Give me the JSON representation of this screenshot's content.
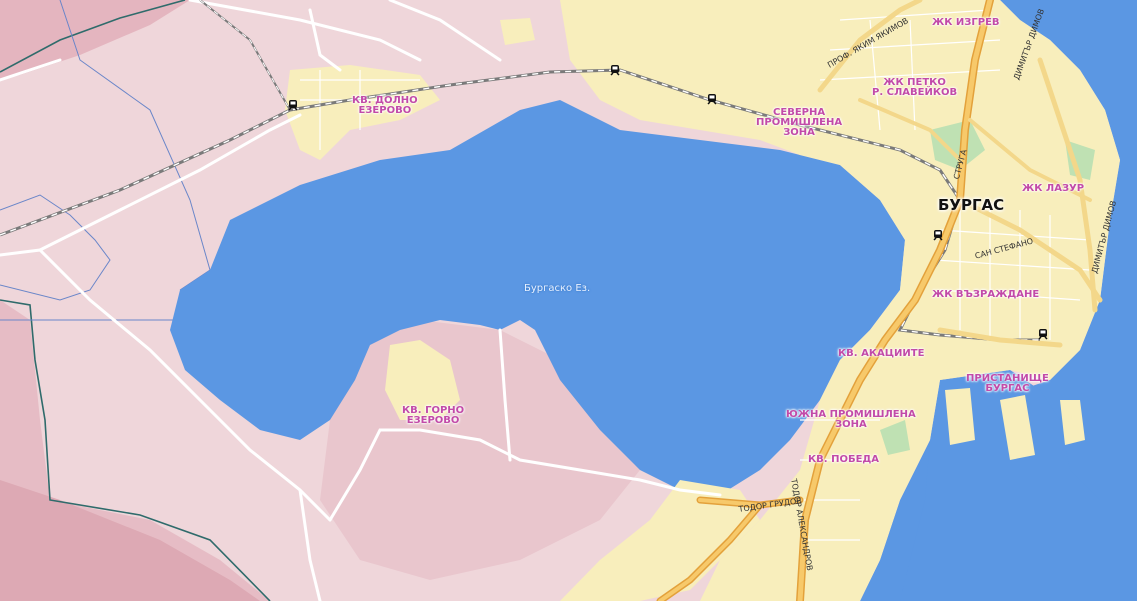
{
  "map": {
    "city": "БУРГАС",
    "lake": "Бургаско Ез.",
    "districts": [
      "КВ. ДОЛНО\nЕЗЕРОВО",
      "ЖК ИЗГРЕВ",
      "ЖК ПЕТКО\nР. СЛАВЕЙКОВ",
      "СЕВЕРНА\nПРОМИШЛЕНА\nЗОНА",
      "ЖК ЛАЗУР",
      "ЖК ВЪЗРАЖДАНЕ",
      "КВ. АКАЦИИТЕ",
      "ПРИСТАНИЩЕ\nБУРГАС",
      "ЮЖНА ПРОМИШЛЕНА\nЗОНА",
      "КВ. ПОБЕДА",
      "КВ. ГОРНО\nЕЗЕРОВО"
    ],
    "streets": [
      "ПРОФ. ЯКИМ ЯКИМОВ",
      "ДИМИТЪР ДИМОВ",
      "СТРУГА",
      "САН СТЕФАНО",
      "ДИМИТЪР ДИМОВ",
      "ТОДОР ГРУДОВ",
      "ТОДОР АЛЕКСАНДРОВ"
    ],
    "icons": [
      "railway-station-icon"
    ]
  }
}
